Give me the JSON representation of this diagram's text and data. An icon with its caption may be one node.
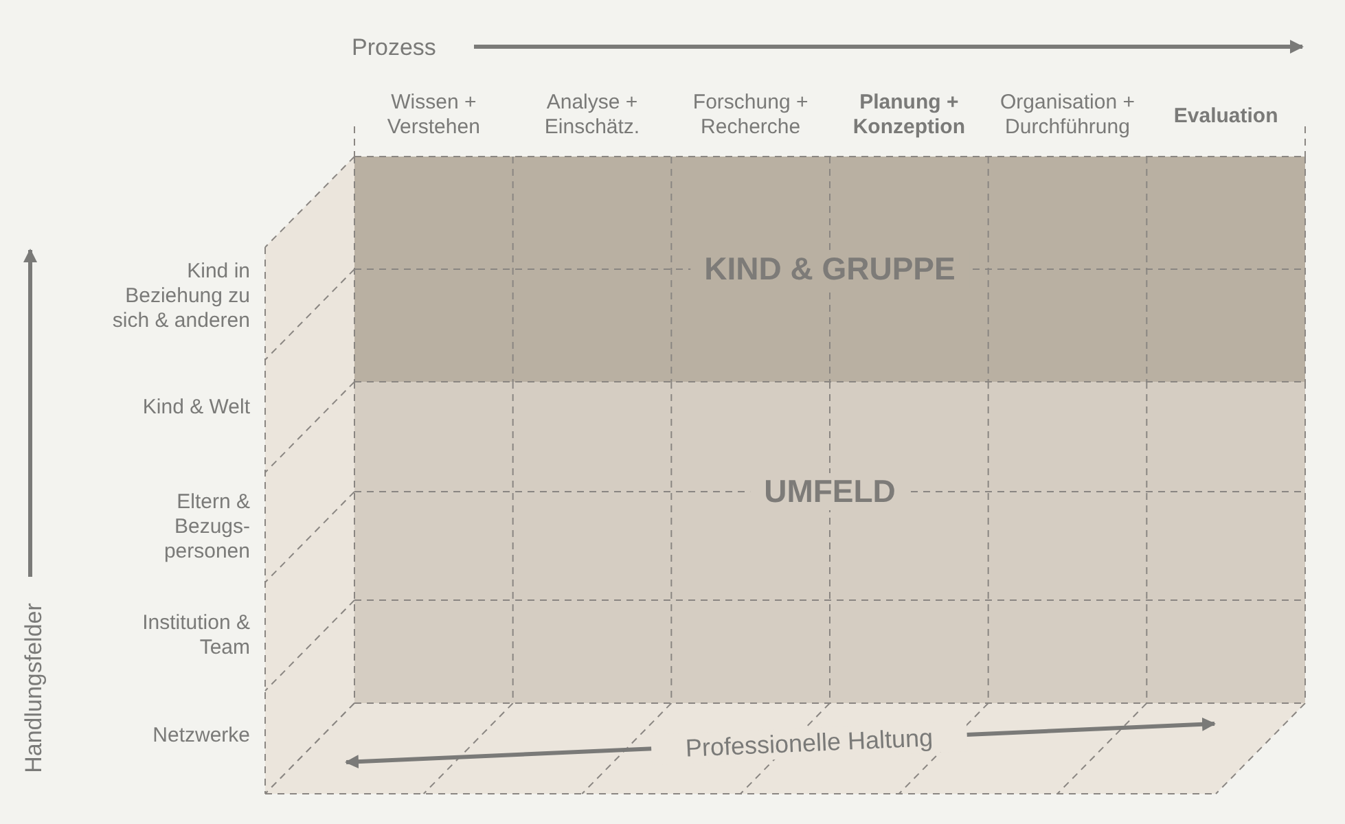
{
  "diagram": {
    "nodes": [
      {
        "text": [
          "KIND & GRUPPE"
        ]
      },
      {
        "text": [
          "UMFELD"
        ]
      }
    ],
    "labels": [
      "Prozess",
      "Wissen + Verstehen",
      "Analyse + Einschätz.",
      "Forschung + Recherche",
      "Planung + Konzeption",
      "Organisation + Durchführung",
      "Evaluation",
      "Kind in Beziehung zu sich & anderen",
      "Kind & Welt",
      "Eltern & Bezugs- personen",
      "Institution & Team",
      "Netzwerke",
      "Handlungsfelder",
      "Professionelle Haltung"
    ]
  }
}
